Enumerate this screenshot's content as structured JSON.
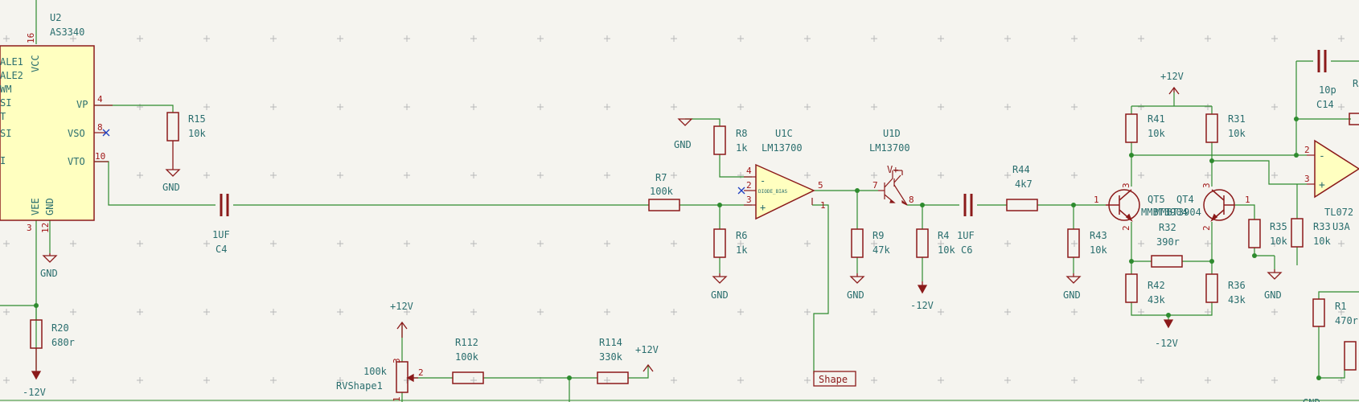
{
  "colors": {
    "background": "#f5f4ef",
    "wire": "#2e8b2e",
    "component": "#8b1a1a",
    "component_fill": "#ffffc0",
    "label": "#2a6e6e",
    "pin_number": "#a01818",
    "grid": "#b8b8b8",
    "no_connect": "#2040c0"
  },
  "u2": {
    "ref": "U2",
    "value": "AS3340",
    "pins_left": [
      "ALE1",
      "ALE2",
      "WM",
      "SI",
      "T",
      "SI",
      "I"
    ],
    "pin_vcc": "VCC",
    "pin_vp": "VP",
    "pin_vso": "VSO",
    "pin_vto": "VTO",
    "pin_vee": "VEE",
    "pin_gnd": "GND",
    "num_16": "16",
    "num_4": "4",
    "num_8": "8",
    "num_10": "10",
    "num_3": "3",
    "num_12": "12"
  },
  "r15": {
    "ref": "R15",
    "value": "10k"
  },
  "c4": {
    "ref": "C4",
    "value": "1UF"
  },
  "r20": {
    "ref": "R20",
    "value": "680r"
  },
  "r7": {
    "ref": "R7",
    "value": "100k"
  },
  "r8": {
    "ref": "R8",
    "value": "1k"
  },
  "r6": {
    "ref": "R6",
    "value": "1k"
  },
  "u1c": {
    "ref": "U1C",
    "value": "LM13700",
    "inner": "DIODE_BIAS",
    "minus": "-",
    "plus": "+",
    "num_4": "4",
    "num_2": "2",
    "num_3": "3",
    "num_5": "5",
    "num_1": "1"
  },
  "u1d": {
    "ref": "U1D",
    "value": "LM13700",
    "vplus": "V+",
    "num_7": "7",
    "num_8": "8"
  },
  "r9": {
    "ref": "R9",
    "value": "47k"
  },
  "r4": {
    "ref": "R4",
    "value": "10k"
  },
  "c6": {
    "ref": "C6",
    "value": "1UF"
  },
  "r44": {
    "ref": "R44",
    "value": "4k7"
  },
  "r43": {
    "ref": "R43",
    "value": "10k"
  },
  "r41": {
    "ref": "R41",
    "value": "10k"
  },
  "r31": {
    "ref": "R31",
    "value": "10k"
  },
  "qt5": {
    "ref": "QT5",
    "value": "MMBT3904",
    "num_3": "3",
    "num_1": "1",
    "num_2": "2"
  },
  "qt4": {
    "ref": "QT4",
    "value": "MMBT3904",
    "num_3": "3",
    "num_1": "1",
    "num_2": "2"
  },
  "r32": {
    "ref": "R32",
    "value": "390r"
  },
  "r42": {
    "ref": "R42",
    "value": "43k"
  },
  "r36": {
    "ref": "R36",
    "value": "43k"
  },
  "r35": {
    "ref": "R35",
    "value": "10k"
  },
  "r33": {
    "ref": "R33",
    "value": "10k"
  },
  "c14": {
    "ref": "C14",
    "value": "10p"
  },
  "tl072": {
    "ref": "TL072",
    "unit": "U3A",
    "num_2": "2",
    "num_3": "3",
    "minus": "-",
    "plus": "+"
  },
  "r1": {
    "ref": "R1",
    "value": "470r"
  },
  "r112": {
    "ref": "R112",
    "value": "100k"
  },
  "r114": {
    "ref": "R114",
    "value": "330k"
  },
  "rvshape1": {
    "ref": "RVShape1",
    "value": "100k",
    "num_3": "3",
    "num_2": "2",
    "num_1": "1"
  },
  "label_shape": "Shape",
  "power": {
    "gnd": "GND",
    "neg12": "-12V",
    "pos12": "+12V"
  },
  "partial_right": "R"
}
